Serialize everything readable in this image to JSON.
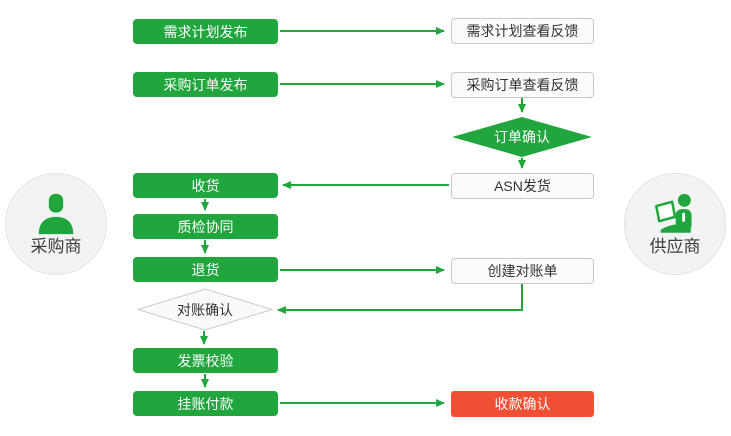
{
  "diagram": {
    "type": "flowchart",
    "title": "",
    "actors": {
      "buyer": {
        "label": "采购商",
        "icon": "person-icon"
      },
      "supplier": {
        "label": "供应商",
        "icon": "person-laptop-icon"
      }
    },
    "nodes": {
      "demand_plan_publish": {
        "label": "需求计划发布",
        "shape": "rect",
        "style": "green"
      },
      "demand_plan_feedback": {
        "label": "需求计划查看反馈",
        "shape": "rect",
        "style": "white"
      },
      "purchase_order_publish": {
        "label": "采购订单发布",
        "shape": "rect",
        "style": "green"
      },
      "purchase_order_feedback": {
        "label": "采购订单查看反馈",
        "shape": "rect",
        "style": "white"
      },
      "order_confirm": {
        "label": "订单确认",
        "shape": "diamond",
        "style": "green"
      },
      "asn_shipment": {
        "label": "ASN发货",
        "shape": "rect",
        "style": "white"
      },
      "receive_goods": {
        "label": "收货",
        "shape": "rect",
        "style": "green"
      },
      "quality_inspection": {
        "label": "质检协同",
        "shape": "rect",
        "style": "green"
      },
      "return_goods": {
        "label": "退货",
        "shape": "rect",
        "style": "green"
      },
      "create_statement": {
        "label": "创建对账单",
        "shape": "rect",
        "style": "white"
      },
      "reconciliation_confirm": {
        "label": "对账确认",
        "shape": "diamond",
        "style": "light"
      },
      "invoice_check": {
        "label": "发票校验",
        "shape": "rect",
        "style": "green"
      },
      "book_payment": {
        "label": "挂账付款",
        "shape": "rect",
        "style": "green"
      },
      "receipt_confirm": {
        "label": "收款确认",
        "shape": "rect",
        "style": "red"
      }
    },
    "edges": [
      {
        "from": "demand_plan_publish",
        "to": "demand_plan_feedback"
      },
      {
        "from": "purchase_order_publish",
        "to": "purchase_order_feedback"
      },
      {
        "from": "purchase_order_feedback",
        "to": "order_confirm"
      },
      {
        "from": "order_confirm",
        "to": "asn_shipment"
      },
      {
        "from": "asn_shipment",
        "to": "receive_goods"
      },
      {
        "from": "receive_goods",
        "to": "quality_inspection"
      },
      {
        "from": "quality_inspection",
        "to": "return_goods"
      },
      {
        "from": "return_goods",
        "to": "create_statement"
      },
      {
        "from": "create_statement",
        "to": "reconciliation_confirm"
      },
      {
        "from": "reconciliation_confirm",
        "to": "invoice_check"
      },
      {
        "from": "invoice_check",
        "to": "book_payment"
      },
      {
        "from": "book_payment",
        "to": "receipt_confirm"
      }
    ],
    "colors": {
      "green": "#21a63e",
      "red": "#f04f33",
      "white_box_bg": "#fbfbfb",
      "white_box_border": "#c8c8c8",
      "light_diamond_bg": "#fafafa",
      "light_diamond_border": "#cccccc",
      "circle_bg": "#f3f3f3",
      "circle_border": "#e2e2e2",
      "dark_text": "#333333"
    }
  }
}
